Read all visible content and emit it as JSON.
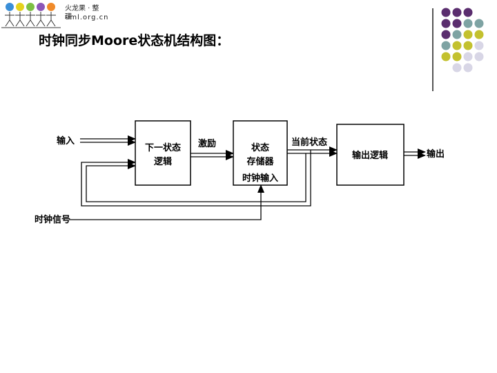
{
  "logo": {
    "line1": "火龙果 · 整理",
    "line2": "uml.org.cn"
  },
  "title": "时钟同步Moore状态机结构图：",
  "decor_colors": {
    "purple": "#5a2d6e",
    "teal": "#7ea3a3",
    "olive": "#c3c12e",
    "lavender": "#d8d6e6"
  },
  "diagram": {
    "input_label": "输入",
    "next_state_logic": [
      "下一状态",
      "逻辑"
    ],
    "excitation_label": "激励",
    "state_memory": [
      "状态",
      "存储器"
    ],
    "clock_input_label": "时钟输入",
    "current_state_label": "当前状态",
    "output_logic_label": "输出逻辑",
    "output_label": "输出",
    "clock_signal_label": "时钟信号"
  }
}
